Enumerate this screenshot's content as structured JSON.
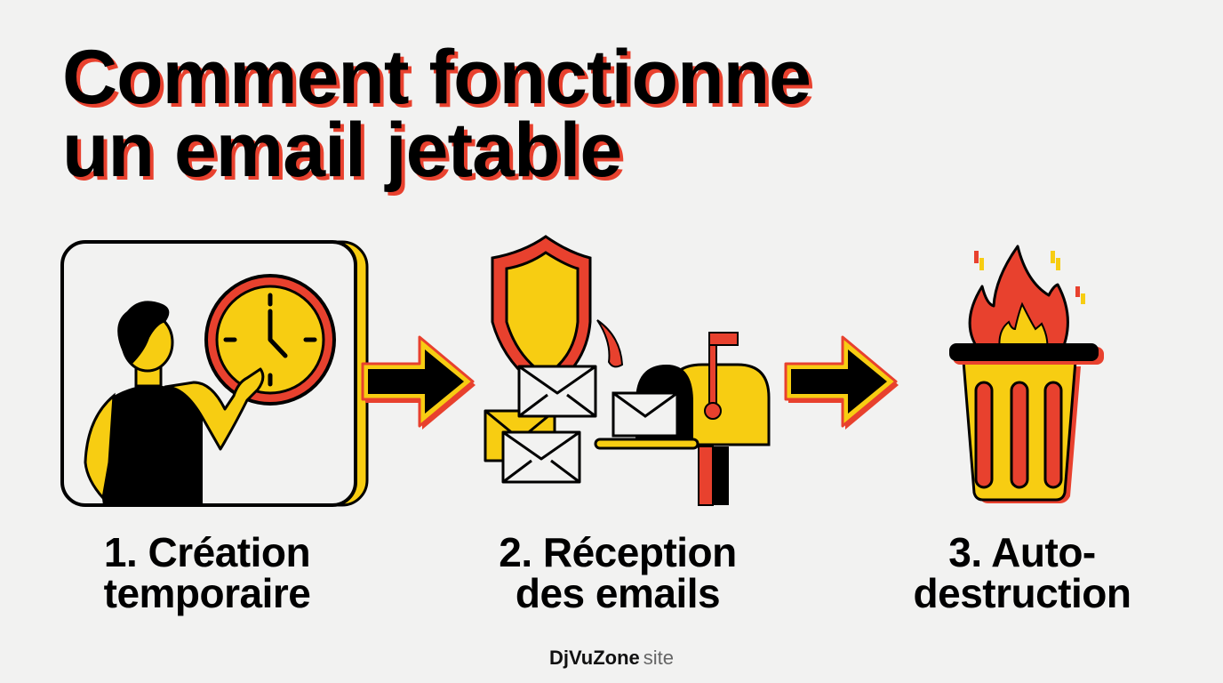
{
  "title": {
    "line1": "Comment fonctionne",
    "line2": "un email jetable"
  },
  "steps": [
    {
      "number": "1.",
      "line1": "1. Création",
      "line2": "temporaire",
      "icon": "person-clock-icon"
    },
    {
      "number": "2.",
      "line1": "2. Réception",
      "line2": "des emails",
      "icon": "shield-mailbox-icon"
    },
    {
      "number": "3.",
      "line1": "3. Auto-",
      "line2": "destruction",
      "icon": "burning-trash-icon"
    }
  ],
  "arrows": [
    "arrow-right-icon",
    "arrow-right-icon"
  ],
  "footer": {
    "brand": "DjVuZone",
    "suffix": "site"
  },
  "colors": {
    "background": "#f2f2f1",
    "black": "#000000",
    "red": "#e8412e",
    "yellow": "#f7cd12",
    "white": "#f2f2f1"
  }
}
